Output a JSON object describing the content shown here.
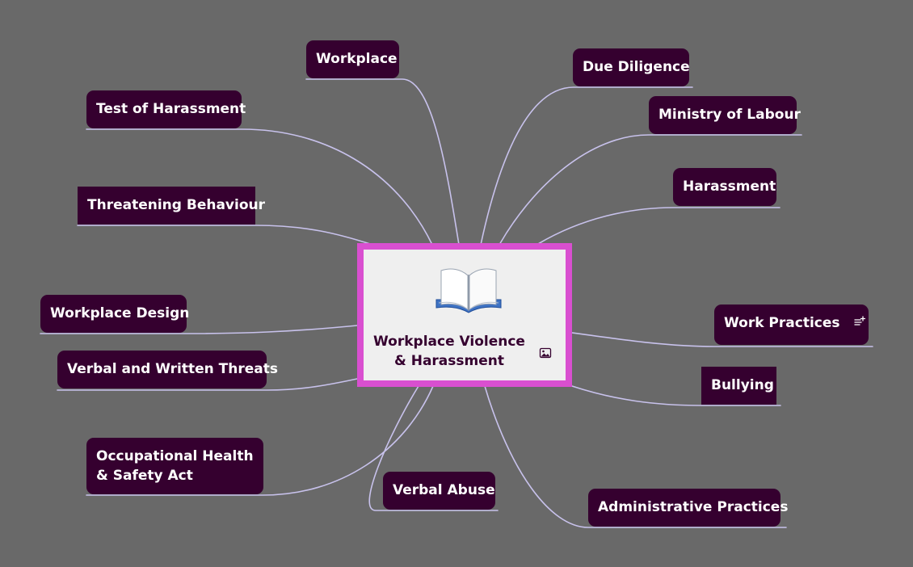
{
  "mindmap": {
    "central": {
      "label": "Workplace Violence & Harassment",
      "icon": "open-book-icon",
      "attachment_icon": "image-icon",
      "border_color": "#d94fd0",
      "background_color": "#efefef"
    },
    "branch_color": "#c8c2ec",
    "node_color": "#35002f",
    "canvas_color": "#696969",
    "topics": {
      "workplace": "Workplace",
      "test_of_harassment": "Test of Harassment",
      "threatening_behaviour": "Threatening Behaviour",
      "workplace_design": "Workplace Design",
      "verbal_written_threats": "Verbal and Written Threats",
      "ohs_act": "Occupational Health & Safety Act",
      "verbal_abuse": "Verbal Abuse",
      "due_diligence": "Due Diligence",
      "ministry_of_labour": "Ministry of Labour",
      "harassment": "Harassment",
      "work_practices": "Work Practices",
      "bullying": "Bullying",
      "administrative_practices": "Administrative Practices"
    },
    "work_practices_note_icon": "note-add-icon"
  }
}
